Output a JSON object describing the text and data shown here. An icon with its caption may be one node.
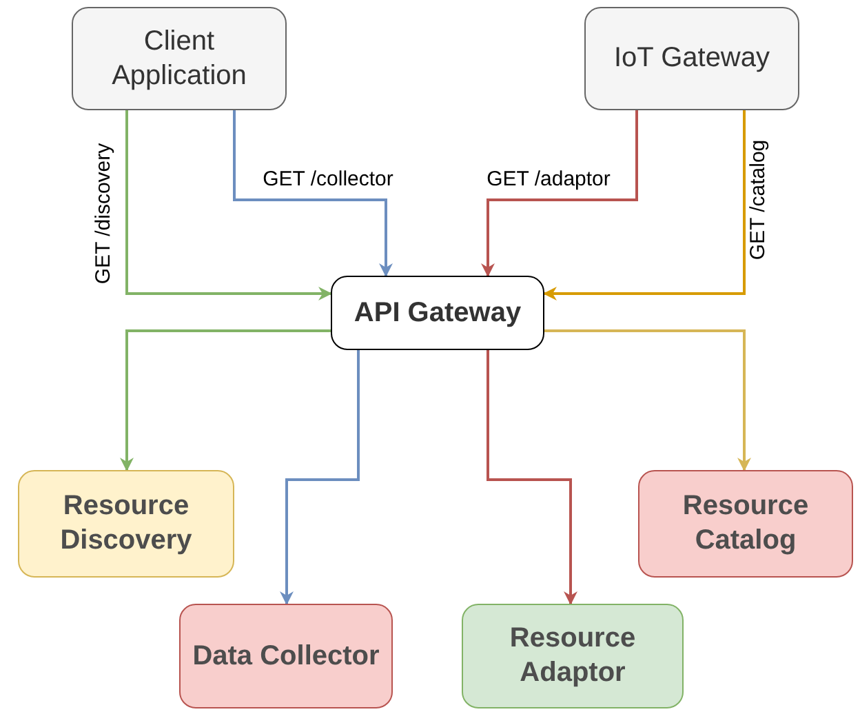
{
  "diagram": {
    "nodes": [
      {
        "text": [
          "Client Application"
        ]
      },
      {
        "text": [
          "IoT Gateway"
        ]
      },
      {
        "text": [
          "API Gateway"
        ]
      },
      {
        "text": [
          "Resource Discovery"
        ]
      },
      {
        "text": [
          "Data Collector"
        ]
      },
      {
        "text": [
          "Resource Adaptor"
        ]
      },
      {
        "text": [
          "Resource Catalog"
        ]
      }
    ],
    "edges": [
      {
        "from": 0,
        "to": 2,
        "arrow": "to",
        "label": "GET /discovery",
        "color": "#82b366"
      },
      {
        "from": 0,
        "to": 2,
        "arrow": "to",
        "label": "GET /collector",
        "color": "#6c8ebf"
      },
      {
        "from": 1,
        "to": 2,
        "arrow": "to",
        "label": "GET /adaptor",
        "color": "#b85450"
      },
      {
        "from": 1,
        "to": 2,
        "arrow": "to",
        "label": "GET /catalog",
        "color": "#d79b00"
      },
      {
        "from": 2,
        "to": 3,
        "arrow": "to",
        "color": "#82b366"
      },
      {
        "from": 2,
        "to": 4,
        "arrow": "to",
        "color": "#6c8ebf"
      },
      {
        "from": 2,
        "to": 5,
        "arrow": "to",
        "color": "#b85450"
      },
      {
        "from": 2,
        "to": 6,
        "arrow": "to",
        "color": "#d6b656"
      }
    ]
  }
}
